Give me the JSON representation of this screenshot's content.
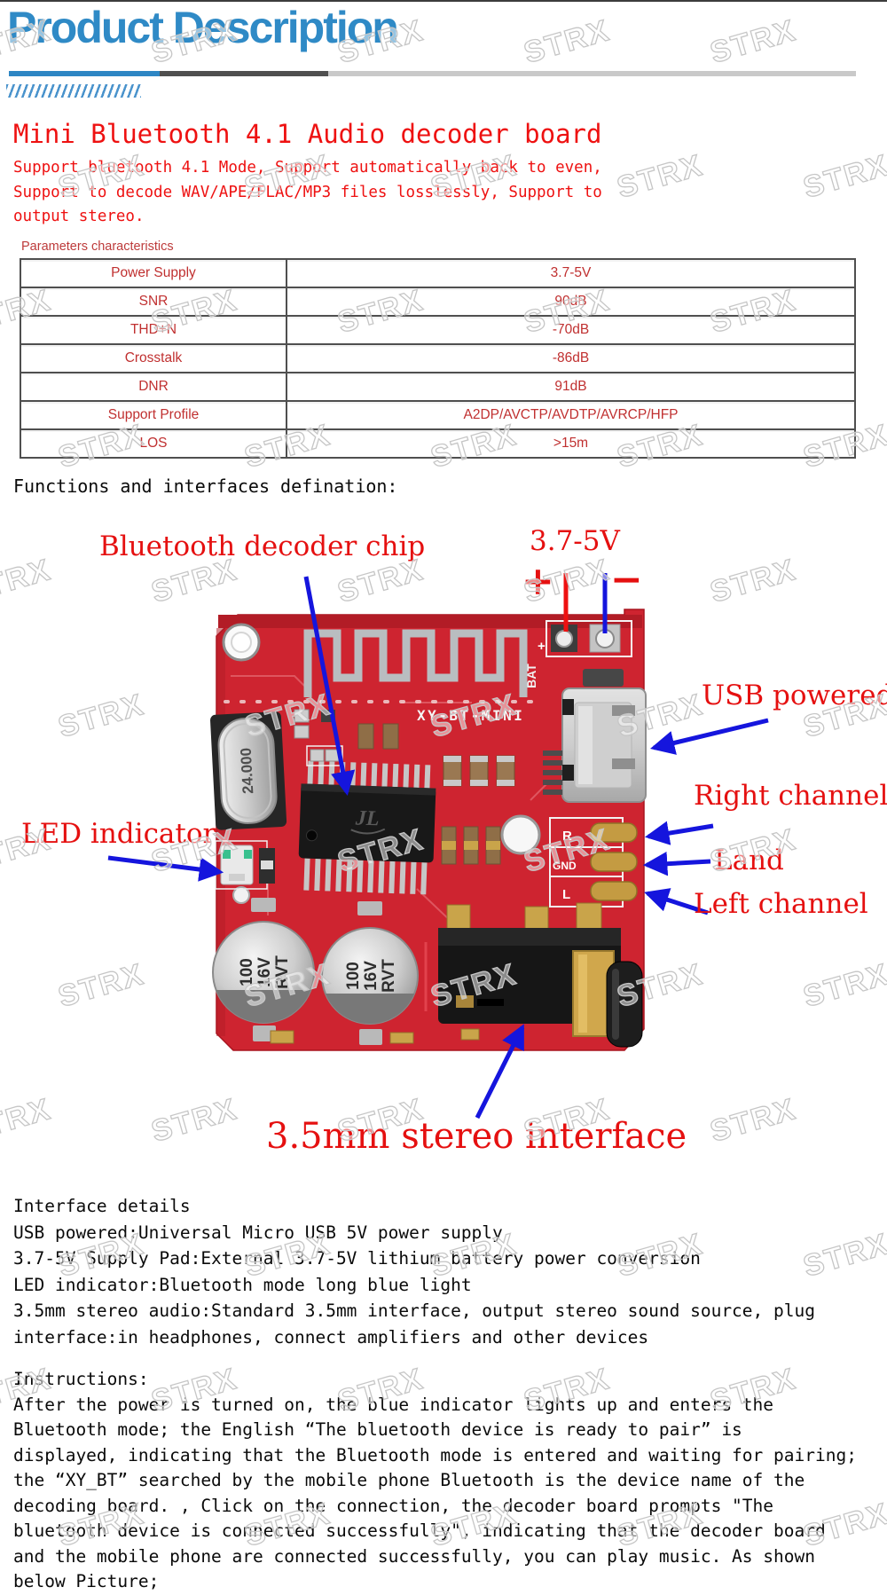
{
  "header": {
    "title": "Product Description"
  },
  "product": {
    "title": "Mini Bluetooth 4.1 Audio decoder board",
    "description_lines": [
      "Support bluetooth 4.1 Mode, Support automatically back to even,",
      "Support to decode WAV/APE/FLAC/MP3 files losslessly, Support to",
      "output stereo."
    ]
  },
  "parameters": {
    "caption": "Parameters characteristics",
    "rows": [
      {
        "name": "Power Supply",
        "value": "3.7-5V"
      },
      {
        "name": "SNR",
        "value": "90dB"
      },
      {
        "name": "THD+N",
        "value": "-70dB"
      },
      {
        "name": "Crosstalk",
        "value": "-86dB"
      },
      {
        "name": "DNR",
        "value": "91dB"
      },
      {
        "name": "Support Profile",
        "value": "A2DP/AVCTP/AVDTP/AVRCP/HFP"
      },
      {
        "name": "LOS",
        "value": ">15m"
      }
    ]
  },
  "figure": {
    "heading": "Functions and interfaces defination:",
    "labels": {
      "chip": "Bluetooth decoder chip",
      "supply": "3.7-5V",
      "plus": "+",
      "minus": "−",
      "usb": "USB powered",
      "right": "Right channel",
      "land": "Land",
      "left": "Left channel",
      "led": "LED indicator",
      "jack": "3.5mm stereo interface"
    },
    "board": {
      "silkscreen": "XY-BT-MINI",
      "bat": "BAT",
      "plus_pad": "+",
      "crystal": "24.000",
      "chip_logo": "JL",
      "cap_lines": [
        "100",
        "16V",
        "RVT"
      ],
      "pads": [
        "R",
        "GND",
        "L"
      ]
    }
  },
  "interface_details": {
    "heading": "Interface details",
    "lines": [
      "USB powered:Universal Micro USB 5V power supply",
      "3.7-5V Supply Pad:External 3.7-5V lithium battery power conversion",
      "LED indicator:Bluetooth mode long blue light",
      "3.5mm stereo audio:Standard 3.5mm interface, output stereo sound source, plug",
      "interface:in headphones, connect amplifiers and other devices"
    ]
  },
  "instructions": {
    "heading": "Instructions:",
    "lines": [
      "After the power is turned on, the blue indicator lights up and enters the",
      "Bluetooth mode; the English “The bluetooth device is ready to pair” is",
      "displayed, indicating that the Bluetooth mode is entered and waiting for pairing;",
      "the “XY_BT” searched by the mobile phone Bluetooth is the device name of the",
      "decoding board. , Click on the connection, the decoder board prompts \"The",
      "bluetooth device is connected successfully\", indicating that the decoder board",
      "and the mobile phone are connected successfully, you can play music. As shown",
      "below Picture;"
    ]
  },
  "watermark": {
    "text": "STRX"
  },
  "colors": {
    "title_blue": "#2f8ac6",
    "red_text": "#ee1111",
    "table_red": "#c03030",
    "arrow_blue": "#1515dd",
    "pcb_red": "#ce2430"
  }
}
